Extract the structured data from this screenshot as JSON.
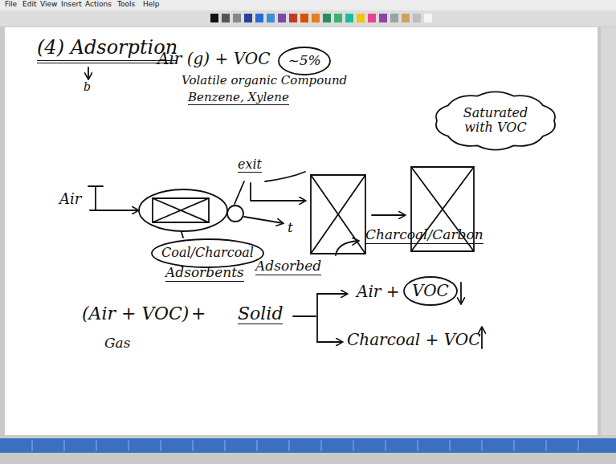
{
  "diagram": {
    "title": "(4) Adsorption",
    "nodes": [
      {
        "text": [
          "~5%"
        ]
      },
      {
        "text": [
          "Saturated with VOC"
        ]
      },
      {
        "text": [
          "Coal/Charcoal"
        ]
      },
      {
        "text": [
          "VOC"
        ]
      }
    ],
    "labels": [
      "File",
      "Edit",
      "View",
      "Insert",
      "Actions",
      "Tools",
      "Help",
      "b",
      "Air (g) + VOC",
      "Volatile organic Compound",
      "Benzene, Xylene",
      "Charcoal/Carbon",
      "Air",
      "exit",
      "t",
      "Adsorbents",
      "Adsorbed",
      "(Air + VOC)",
      "+",
      "Solid",
      "Gas",
      "Air +",
      "Charcoal + VOC"
    ]
  }
}
